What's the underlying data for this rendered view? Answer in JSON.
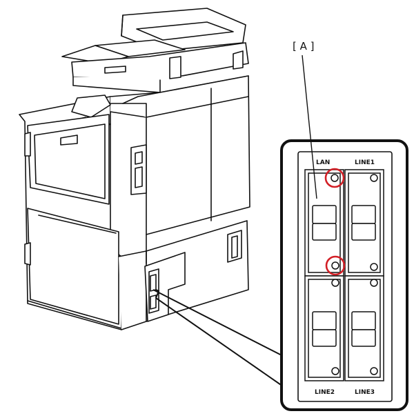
{
  "callout": {
    "label": "[ A ]",
    "highlight_color": "#d21f26"
  },
  "ports": {
    "top_left": "LAN",
    "top_right": "LINE1",
    "bottom_left": "LINE2",
    "bottom_right": "LINE3"
  },
  "icons": {
    "device": "multifunction-printer-icon",
    "screw_highlight": "red-circle-highlight-icon"
  }
}
